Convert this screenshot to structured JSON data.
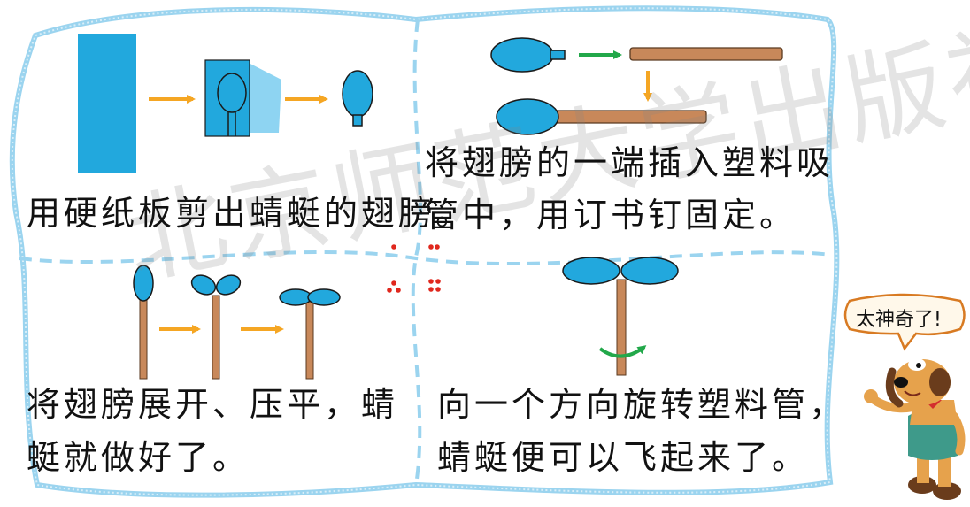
{
  "steps": [
    {
      "id": "cut-wings",
      "lines": [
        "用硬纸板剪出蜻蜓的翅膀。"
      ]
    },
    {
      "id": "insert-straw",
      "lines": [
        "将翅膀的一端插入塑料吸",
        "管中，用订书钉固定。"
      ]
    },
    {
      "id": "unfold-wings",
      "lines": [
        "将翅膀展开、压平，蜻",
        "蜓就做好了。"
      ]
    },
    {
      "id": "spin-straw",
      "lines": [
        "向一个方向旋转塑料管，",
        "蜻蜓便可以飞起来了。"
      ]
    }
  ],
  "bubble": {
    "text": "太神奇了!"
  },
  "watermark": {
    "text": "北京师范大学出版社"
  },
  "colors": {
    "wing": "#22a8dd",
    "straw": "#c8885a",
    "arrow": "#f5a623",
    "frame": "#9bd4ef",
    "green_arrow": "#22a84a",
    "dots": "#e0281e"
  },
  "icons": [
    "orange-arrow-icon",
    "green-arrow-icon",
    "rotation-arrow-icon",
    "dice-dots-icon",
    "cartoon-dog-icon"
  ]
}
